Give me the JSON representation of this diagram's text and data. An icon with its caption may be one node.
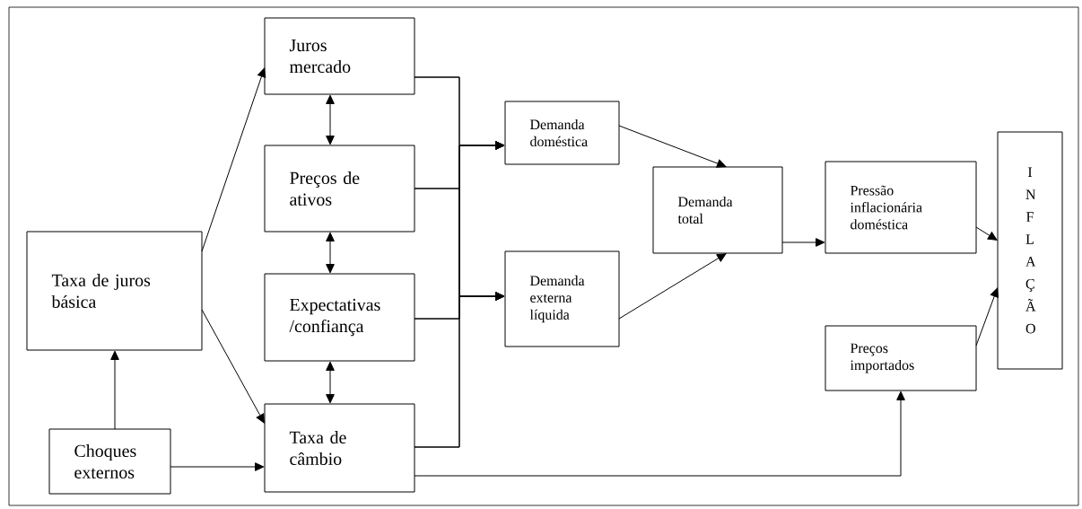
{
  "diagram": {
    "nodes": [
      {
        "text": [
          "Taxa de juros básica"
        ]
      },
      {
        "text": [
          "Choques externos"
        ]
      },
      {
        "text": [
          "Juros mercado"
        ]
      },
      {
        "text": [
          "Preços de ativos"
        ]
      },
      {
        "text": [
          "Expectativas /confiança"
        ]
      },
      {
        "text": [
          "Taxa de câmbio"
        ]
      },
      {
        "text": [
          "Demanda doméstica"
        ]
      },
      {
        "text": [
          "Demanda externa líquida"
        ]
      },
      {
        "text": [
          "Demanda total"
        ]
      },
      {
        "text": [
          "Pressão inflacionária doméstica"
        ]
      },
      {
        "text": [
          "Preços importados"
        ]
      },
      {
        "text": [
          "I N F L A Ç Ã O"
        ]
      }
    ],
    "edges": [
      {
        "from": 0,
        "to": 2,
        "arrow": "to"
      },
      {
        "from": 0,
        "to": 5,
        "arrow": "to"
      },
      {
        "from": 1,
        "to": 0,
        "arrow": "to"
      },
      {
        "from": 1,
        "to": 5,
        "arrow": "to"
      },
      {
        "from": 2,
        "to": 3,
        "arrow": "both"
      },
      {
        "from": 3,
        "to": 4,
        "arrow": "both"
      },
      {
        "from": 4,
        "to": 5,
        "arrow": "both"
      },
      {
        "from": 2,
        "to": 6,
        "arrow": "to"
      },
      {
        "from": 3,
        "to": 6,
        "arrow": "to"
      },
      {
        "from": 4,
        "to": 6,
        "arrow": "to"
      },
      {
        "from": 5,
        "to": 6,
        "arrow": "to"
      },
      {
        "from": 2,
        "to": 7,
        "arrow": "to"
      },
      {
        "from": 3,
        "to": 7,
        "arrow": "to"
      },
      {
        "from": 4,
        "to": 7,
        "arrow": "to"
      },
      {
        "from": 5,
        "to": 7,
        "arrow": "to"
      },
      {
        "from": 6,
        "to": 8,
        "arrow": "to"
      },
      {
        "from": 7,
        "to": 8,
        "arrow": "to"
      },
      {
        "from": 8,
        "to": 9,
        "arrow": "to"
      },
      {
        "from": 9,
        "to": 11,
        "arrow": "to"
      },
      {
        "from": 10,
        "to": 11,
        "arrow": "to"
      },
      {
        "from": 5,
        "to": 10,
        "arrow": "to"
      }
    ]
  }
}
